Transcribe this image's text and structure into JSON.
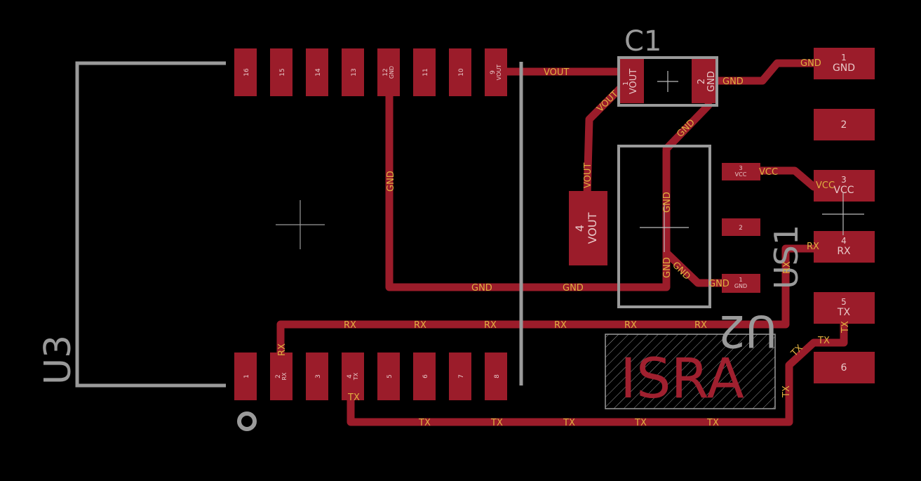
{
  "designators": {
    "u3": "U3",
    "c1": "C1",
    "us1": "US1",
    "u2": "U2"
  },
  "logo_text": "ISRA",
  "u3_pads_top": [
    {
      "num": "16",
      "name": ""
    },
    {
      "num": "15",
      "name": ""
    },
    {
      "num": "14",
      "name": ""
    },
    {
      "num": "13",
      "name": ""
    },
    {
      "num": "12",
      "name": "GND"
    },
    {
      "num": "11",
      "name": ""
    },
    {
      "num": "10",
      "name": ""
    },
    {
      "num": "9",
      "name": "VOUT"
    }
  ],
  "u3_pads_bottom": [
    {
      "num": "1",
      "name": ""
    },
    {
      "num": "2",
      "name": "RX"
    },
    {
      "num": "3",
      "name": ""
    },
    {
      "num": "4",
      "name": "TX"
    },
    {
      "num": "5",
      "name": ""
    },
    {
      "num": "6",
      "name": ""
    },
    {
      "num": "7",
      "name": ""
    },
    {
      "num": "8",
      "name": ""
    }
  ],
  "c1_pads": [
    {
      "num": "1",
      "name": "VOUT"
    },
    {
      "num": "2",
      "name": "GND"
    }
  ],
  "u2_pads": {
    "pad4": {
      "num": "4",
      "name": "VOUT"
    },
    "pad3": {
      "num": "3",
      "name": "VCC"
    },
    "pad2": {
      "num": "2",
      "name": ""
    },
    "pad1": {
      "num": "1",
      "name": "GND"
    }
  },
  "connector_pads": [
    {
      "num": "1",
      "name": "GND"
    },
    {
      "num": "2",
      "name": ""
    },
    {
      "num": "3",
      "name": "VCC"
    },
    {
      "num": "4",
      "name": "RX"
    },
    {
      "num": "5",
      "name": "TX"
    },
    {
      "num": "6",
      "name": ""
    }
  ],
  "nets": {
    "vout": "VOUT",
    "gnd": "GND",
    "vcc": "VCC",
    "rx": "RX",
    "tx": "TX"
  }
}
